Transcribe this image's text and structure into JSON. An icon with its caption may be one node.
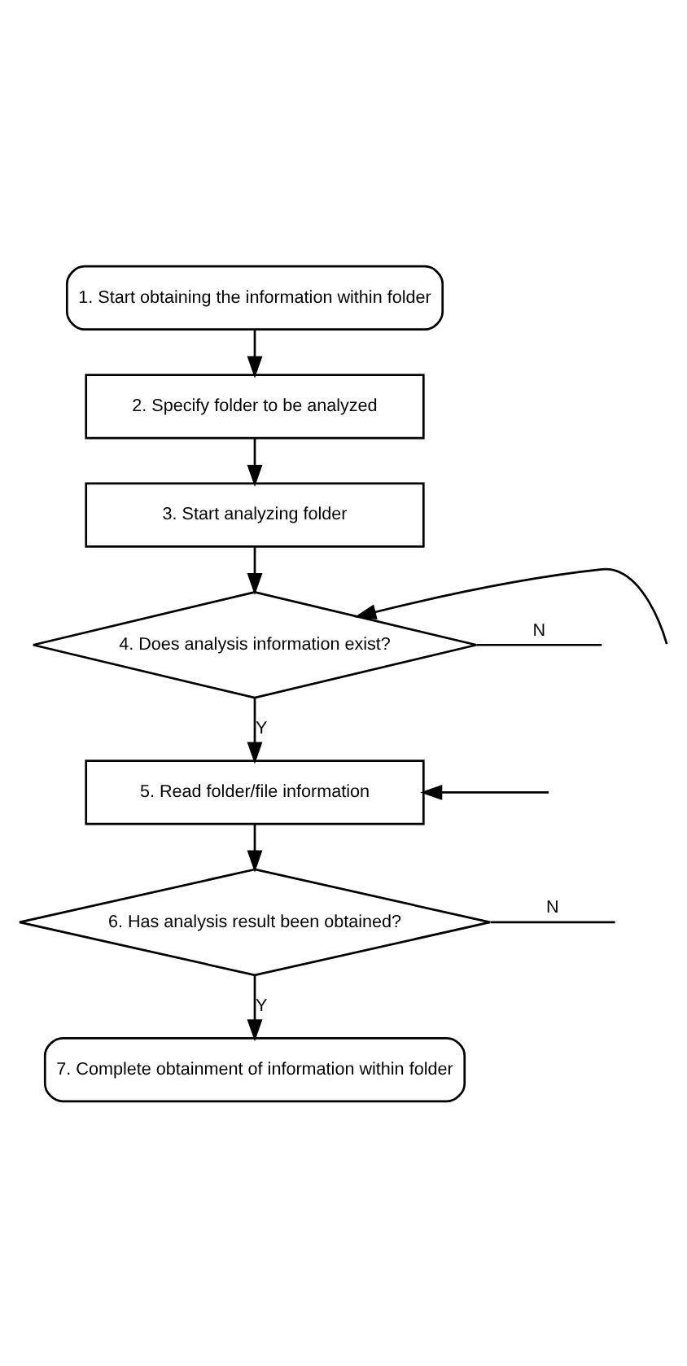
{
  "diagram": {
    "nodes": [
      {
        "text": [
          "1. Start obtaining the information within folder"
        ]
      },
      {
        "text": [
          "2. Specify folder to be analyzed"
        ]
      },
      {
        "text": [
          "3. Start analyzing folder"
        ]
      },
      {
        "text": [
          "4. Does analysis information exist?"
        ]
      },
      {
        "text": [
          "5. Read folder/file information"
        ]
      },
      {
        "text": [
          "6. Has analysis result been obtained?"
        ]
      },
      {
        "text": [
          "7. Complete obtainment of information within folder"
        ]
      }
    ],
    "edges": [
      {
        "from": 0,
        "to": 1,
        "arrow": "to"
      },
      {
        "from": 1,
        "to": 2,
        "arrow": "to"
      },
      {
        "from": 2,
        "to": 3,
        "arrow": "to"
      },
      {
        "from": null,
        "to": 3,
        "arrow": "to"
      },
      {
        "from": 3,
        "to": null,
        "label": "N",
        "arrow": "none"
      },
      {
        "from": 3,
        "to": 4,
        "label": "Y",
        "arrow": "to"
      },
      {
        "from": null,
        "to": 4,
        "arrow": "to"
      },
      {
        "from": 4,
        "to": 5,
        "arrow": "to"
      },
      {
        "from": 5,
        "to": 6,
        "label": "Y",
        "arrow": "to"
      },
      {
        "from": 5,
        "to": null,
        "label": "N",
        "arrow": "none"
      }
    ]
  }
}
